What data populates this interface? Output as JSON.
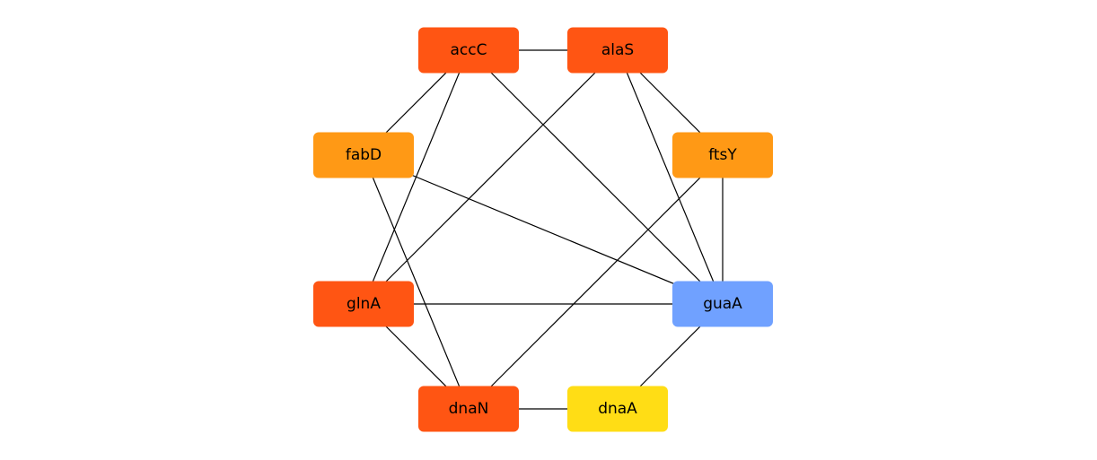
{
  "nodes": [
    {
      "id": "accC",
      "label": "accC",
      "color": "#ff5513"
    },
    {
      "id": "alaS",
      "label": "alaS",
      "color": "#ff5513"
    },
    {
      "id": "fabD",
      "label": "fabD",
      "color": "#ff9915"
    },
    {
      "id": "ftsY",
      "label": "ftsY",
      "color": "#ff9915"
    },
    {
      "id": "glnA",
      "label": "glnA",
      "color": "#ff5513"
    },
    {
      "id": "guaA",
      "label": "guaA",
      "color": "#70a1ff"
    },
    {
      "id": "dnaN",
      "label": "dnaN",
      "color": "#ff5513"
    },
    {
      "id": "dnaA",
      "label": "dnaA",
      "color": "#ffdd15"
    }
  ],
  "edges": [
    [
      "accC",
      "alaS"
    ],
    [
      "accC",
      "fabD"
    ],
    [
      "accC",
      "glnA"
    ],
    [
      "accC",
      "guaA"
    ],
    [
      "alaS",
      "ftsY"
    ],
    [
      "alaS",
      "guaA"
    ],
    [
      "alaS",
      "glnA"
    ],
    [
      "fabD",
      "guaA"
    ],
    [
      "fabD",
      "dnaN"
    ],
    [
      "ftsY",
      "guaA"
    ],
    [
      "ftsY",
      "dnaN"
    ],
    [
      "glnA",
      "guaA"
    ],
    [
      "glnA",
      "dnaN"
    ],
    [
      "guaA",
      "dnaA"
    ],
    [
      "dnaN",
      "dnaA"
    ]
  ]
}
